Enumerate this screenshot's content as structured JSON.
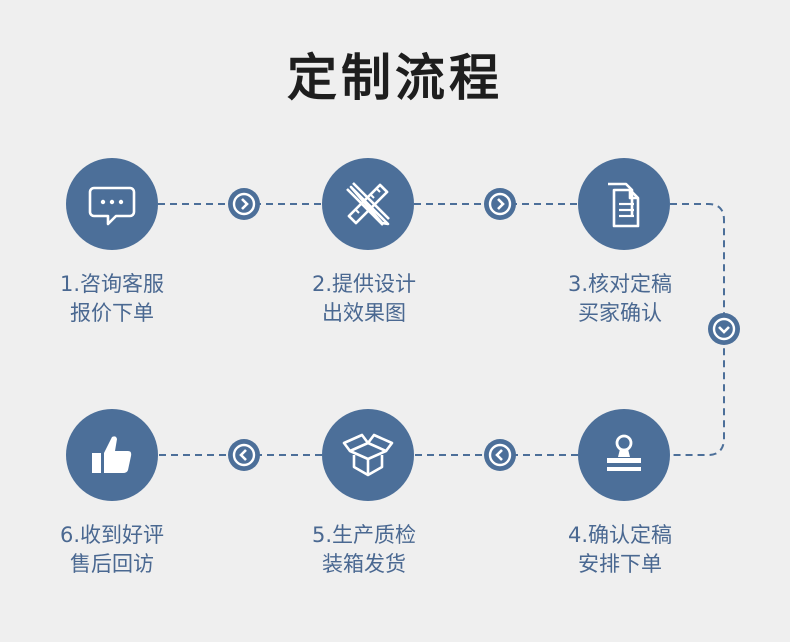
{
  "title": "定制流程",
  "steps": [
    {
      "line1": "1.咨询客服",
      "line2": "报价下单",
      "icon": "chat-bubble-icon"
    },
    {
      "line1": "2.提供设计",
      "line2": "出效果图",
      "icon": "pencil-ruler-icon"
    },
    {
      "line1": "3.核对定稿",
      "line2": "买家确认",
      "icon": "documents-icon"
    },
    {
      "line1": "4.确认定稿",
      "line2": "安排下单",
      "icon": "stamp-icon"
    },
    {
      "line1": "5.生产质检",
      "line2": "装箱发货",
      "icon": "box-icon"
    },
    {
      "line1": "6.收到好评",
      "line2": "售后回访",
      "icon": "thumbs-up-icon"
    }
  ],
  "colors": {
    "accent": "#4c6f99",
    "label": "#4a6891",
    "background": "#efefef",
    "title": "#1e1e1e"
  }
}
